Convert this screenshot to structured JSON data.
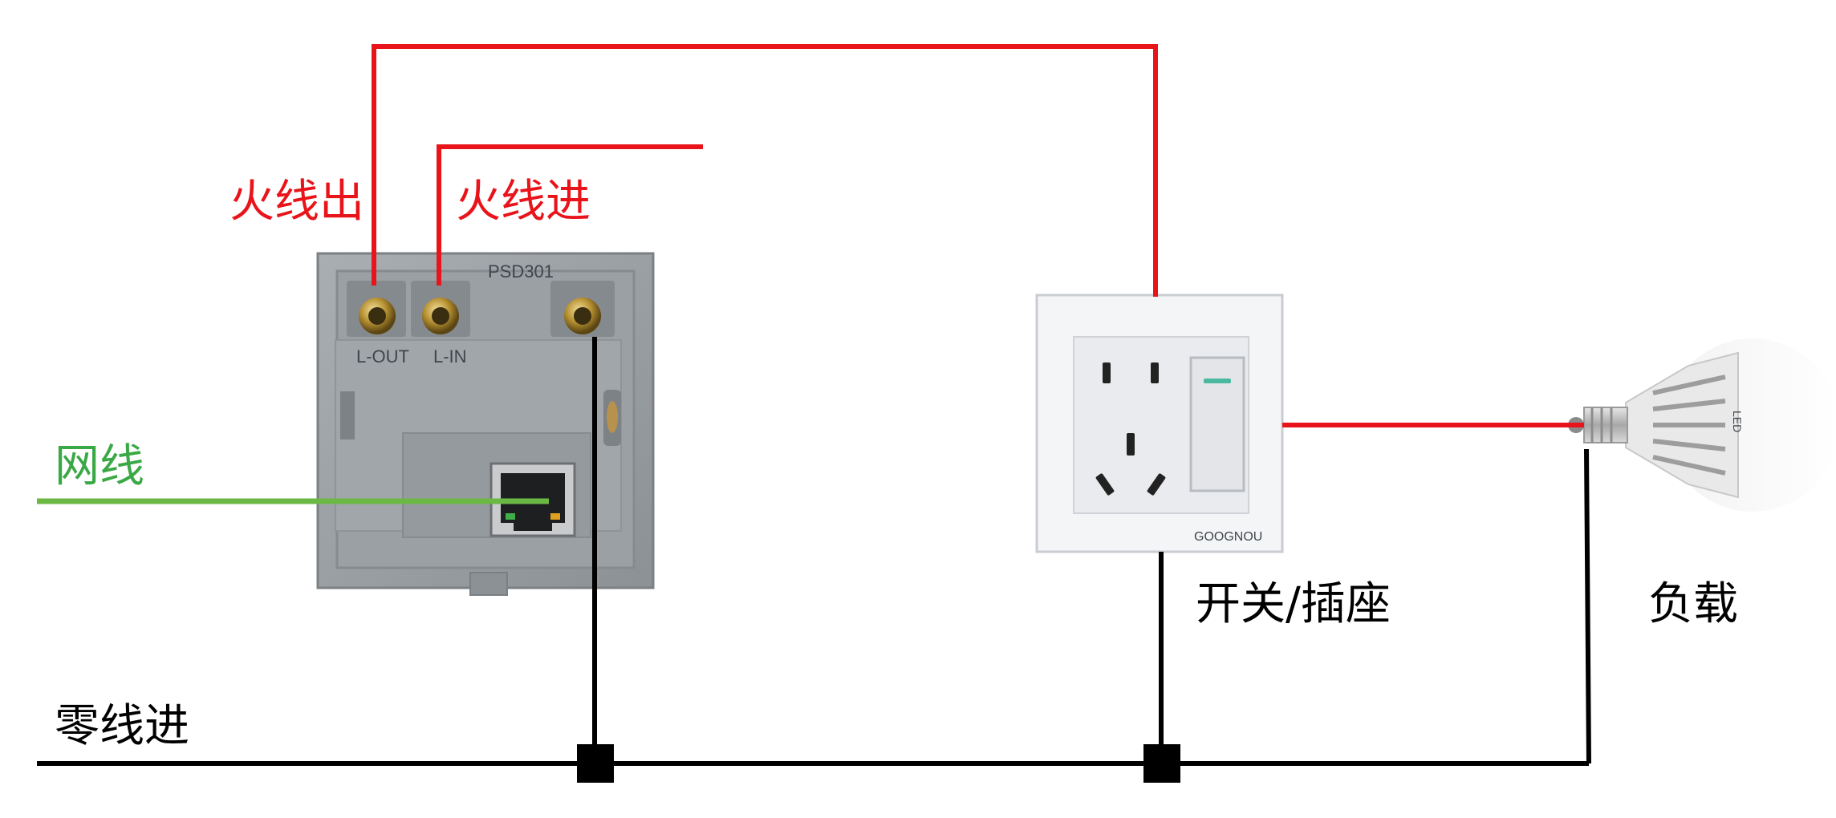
{
  "labels": {
    "live_out": "火线出",
    "live_in": "火线进",
    "network": "网线",
    "neutral_in": "零线进",
    "switch_socket": "开关/插座",
    "load": "负载"
  },
  "module": {
    "model": "PSD301",
    "terminal_out": "L-OUT",
    "terminal_in": "L-IN"
  },
  "socket": {
    "brand": "GOOGNOU"
  },
  "bulb": {
    "marking": "LED"
  },
  "colors": {
    "live": "#e8141a",
    "network": "#6cb845",
    "neutral": "#000000",
    "module_body": "#9ea3a7",
    "socket_plate": "#eef0f3"
  }
}
